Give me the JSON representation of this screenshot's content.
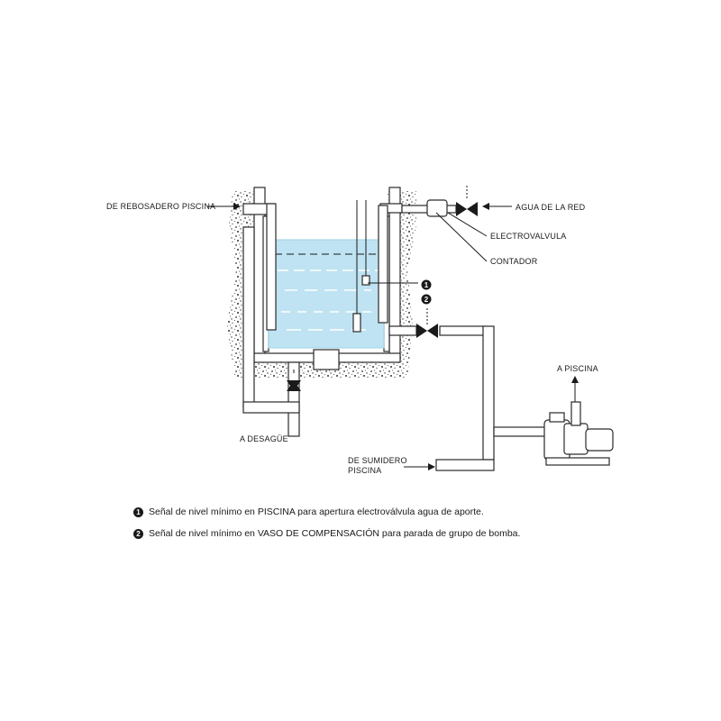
{
  "labels": {
    "rebosadero": "DE REBOSADERO PISCINA",
    "agua_red": "AGUA DE LA RED",
    "electrovalvula": "ELECTROVALVULA",
    "contador": "CONTADOR",
    "a_piscina": "A PISCINA",
    "a_desague": "A DESAGÜE",
    "sumidero_line1": "DE SUMIDERO",
    "sumidero_line2": "PISCINA",
    "marker1": "1",
    "marker2": "2"
  },
  "legend": [
    {
      "number": "1",
      "text": "Señal de nivel mínimo en PISCINA para apertura electroválvula agua de aporte."
    },
    {
      "number": "2",
      "text": "Señal de nivel mínimo en VASO DE COMPENSACIÓN para parada de grupo de bomba."
    }
  ],
  "colors": {
    "water": "#bfe3f2",
    "water_edge": "#9fd3ea",
    "line": "#1a1a1a"
  }
}
